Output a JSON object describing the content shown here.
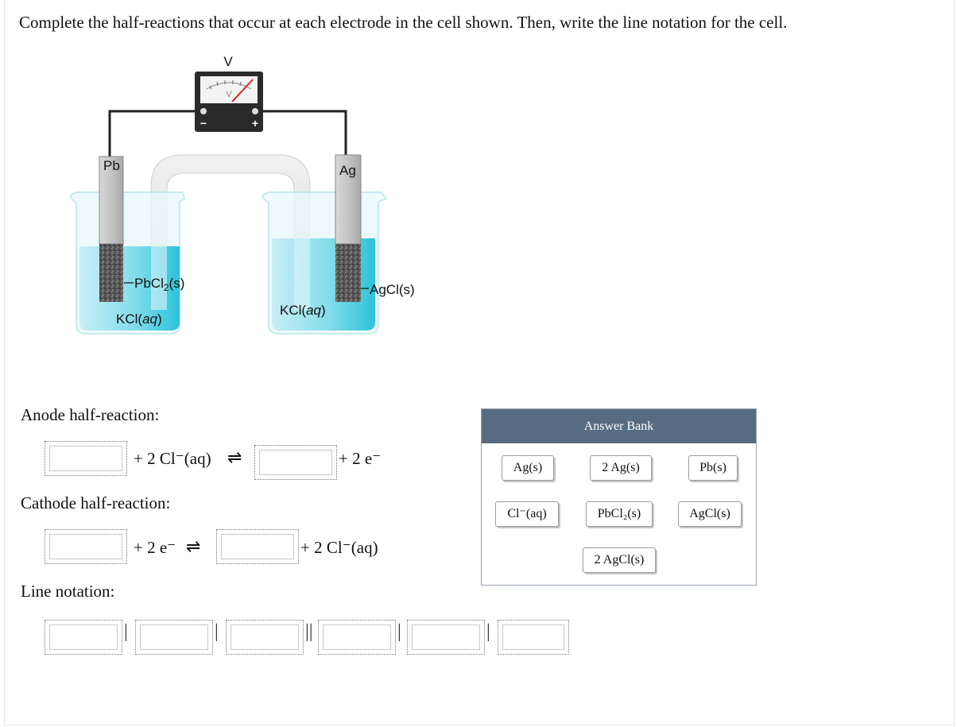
{
  "question": "Complete the half-reactions that occur at each electrode in the cell shown. Then, write the line notation for the cell.",
  "diagram": {
    "voltmeter_label": "V",
    "meter_v": "V",
    "minus": "−",
    "plus": "+",
    "left_electrode": "Pb",
    "right_electrode": "Ag",
    "left_solid": "PbCl",
    "left_solid_sub": "2",
    "left_solid_tail": "(s)",
    "right_solid": "AgCl(s)",
    "left_solution": "KCl(",
    "left_solution_italic": "aq",
    "left_solution_tail": ")",
    "right_solution": "KCl(",
    "right_solution_italic": "aq",
    "right_solution_tail": ")"
  },
  "anode": {
    "label": "Anode half-reaction:",
    "middle_text": "+ 2 Cl⁻(aq)",
    "arrow": "⇌",
    "tail_text": "+ 2 e⁻"
  },
  "cathode": {
    "label": "Cathode half-reaction:",
    "middle_text": "+ 2 e⁻",
    "arrow": "⇌",
    "tail_text": "+ 2 Cl⁻(aq)"
  },
  "line_notation": {
    "label": "Line notation:",
    "sep1": "|",
    "sep2": "|",
    "sep3": "||",
    "sep4": "|",
    "sep5": "|"
  },
  "answer_bank": {
    "title": "Answer Bank",
    "tiles": [
      "Ag(s)",
      "2 Ag(s)",
      "Pb(s)",
      "Cl⁻(aq)",
      "PbCl₂(s)",
      "AgCl(s)",
      "2 AgCl(s)"
    ]
  },
  "colors": {
    "bank_header": "#566c82",
    "solution": "#3ec8dc",
    "needle": "#e02020"
  }
}
